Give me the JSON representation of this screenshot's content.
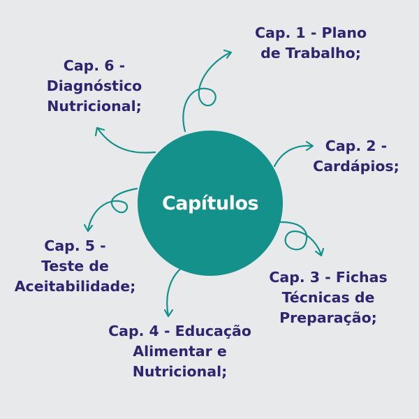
{
  "hub": {
    "title": "Capítulos",
    "color": "#14918a"
  },
  "text_color": "#2e2470",
  "background": "#e8e9eb",
  "chapters": [
    {
      "lines": [
        "Cap. 1 - Plano",
        "de Trabalho;"
      ]
    },
    {
      "lines": [
        "Cap. 2 -",
        "Cardápios;"
      ]
    },
    {
      "lines": [
        "Cap. 3 - Fichas",
        "Técnicas de",
        "Preparação;"
      ]
    },
    {
      "lines": [
        "Cap. 4 - Educação",
        "Alimentar e",
        "Nutricional;"
      ]
    },
    {
      "lines": [
        "Cap. 5 -",
        "Teste de",
        "Aceitabilidade;"
      ]
    },
    {
      "lines": [
        "Cap. 6 -",
        "Diagnóstico",
        "Nutricional;"
      ]
    }
  ]
}
